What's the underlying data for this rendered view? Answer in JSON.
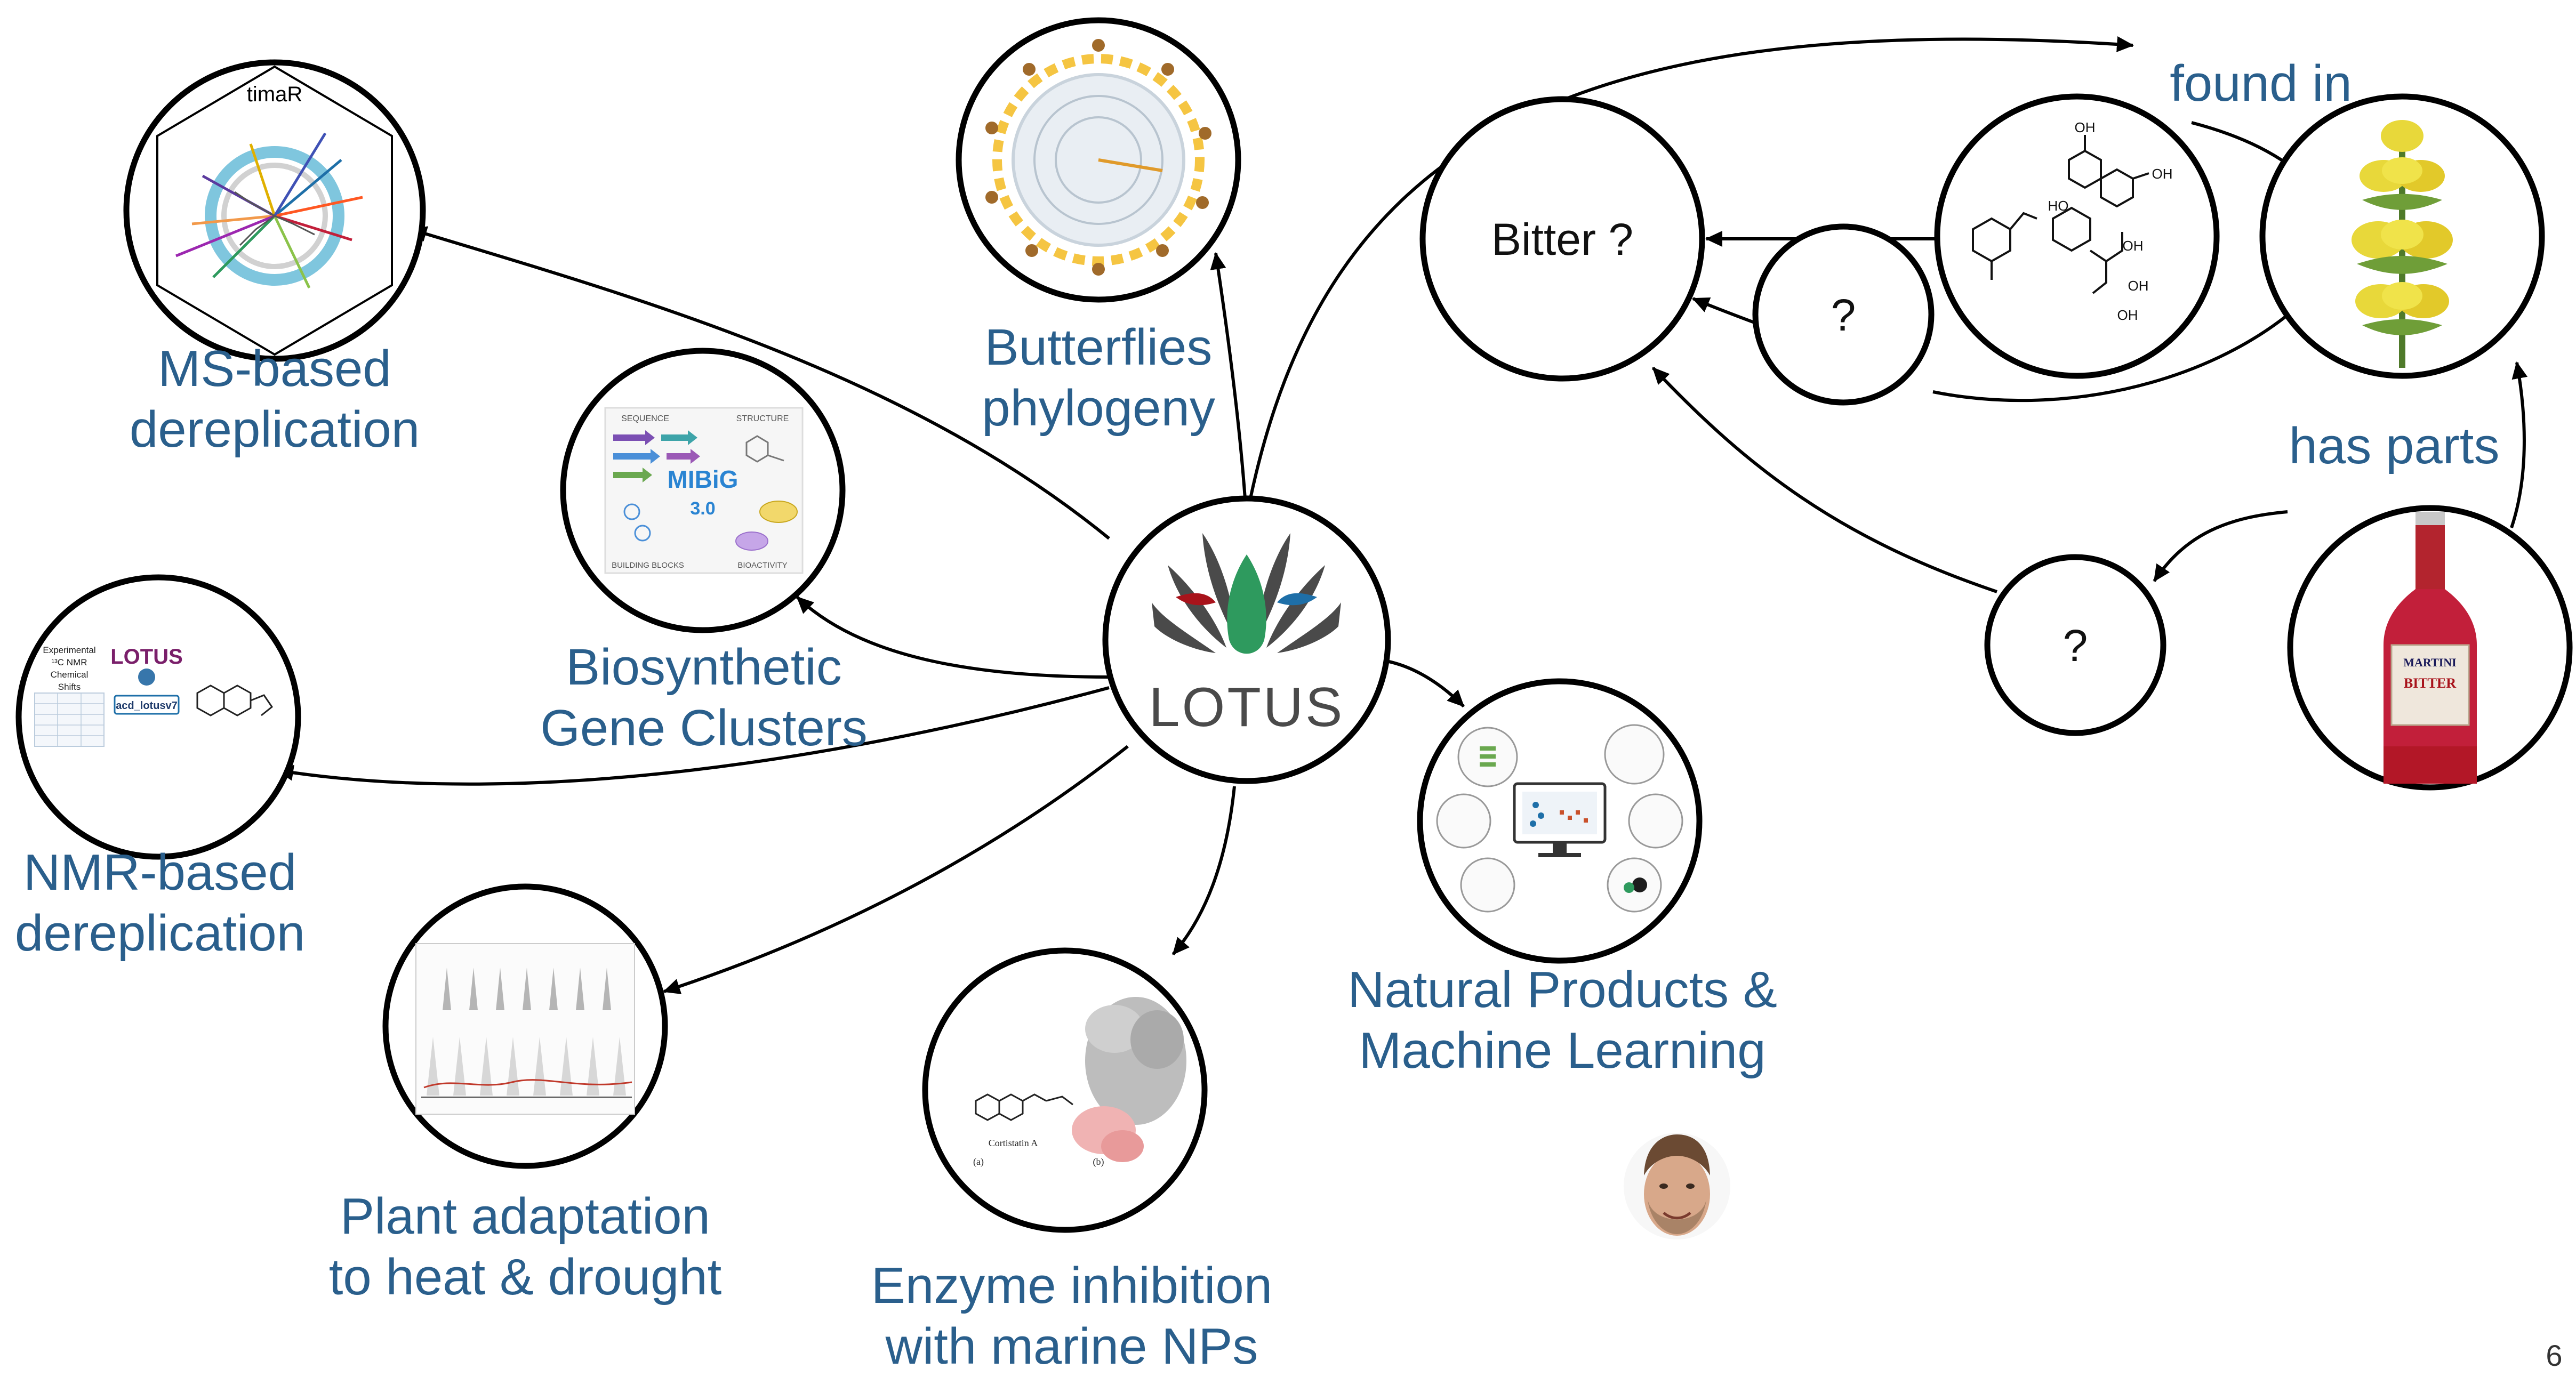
{
  "slide": {
    "page_number": "6"
  },
  "hub": {
    "logo_text": "LOTUS"
  },
  "labels": {
    "ms": [
      "MS-based",
      "dereplication"
    ],
    "butterflies": [
      "Butterflies",
      "phylogeny"
    ],
    "bgc": [
      "Biosynthetic",
      "Gene Clusters"
    ],
    "nmr": [
      "NMR-based",
      "dereplication"
    ],
    "plant": [
      "Plant adaptation",
      "to heat & drought"
    ],
    "enzyme": [
      "Enzyme inhibition",
      "with marine NPs"
    ],
    "ml": [
      "Natural Products &",
      "Machine Learning"
    ],
    "found_in": "found in",
    "has_parts": "has parts"
  },
  "nodes": {
    "bitter": "Bitter ?",
    "q1": "?",
    "q2": "?"
  },
  "thumbs": {
    "timar_title": "timaR",
    "mibig_name": "MIBiG",
    "mibig_version": "3.0",
    "mibig_sequence": "SEQUENCE",
    "mibig_structure": "STRUCTURE",
    "mibig_blocks": "BUILDING BLOCKS",
    "mibig_bioactivity": "BIOACTIVITY",
    "nmr_logo": "LOTUS",
    "nmr_exp": "Experimental",
    "nmr_13c": "¹³C NMR",
    "nmr_chem": "Chemical",
    "nmr_shifts": "Shifts",
    "nmr_acd": "acd_lotusv7",
    "enzyme_caption": "Cortistatin A",
    "enzyme_a": "(a)",
    "enzyme_b": "(b)",
    "bottle_brand": "MARTINI",
    "bottle_label": "BITTER"
  },
  "colors": {
    "label_blue": "#2a5f8c",
    "lotus_grey": "#4a4a4a",
    "lotus_red": "#a8131b",
    "lotus_green": "#2e9a5e",
    "lotus_blue": "#1e6fa8"
  }
}
